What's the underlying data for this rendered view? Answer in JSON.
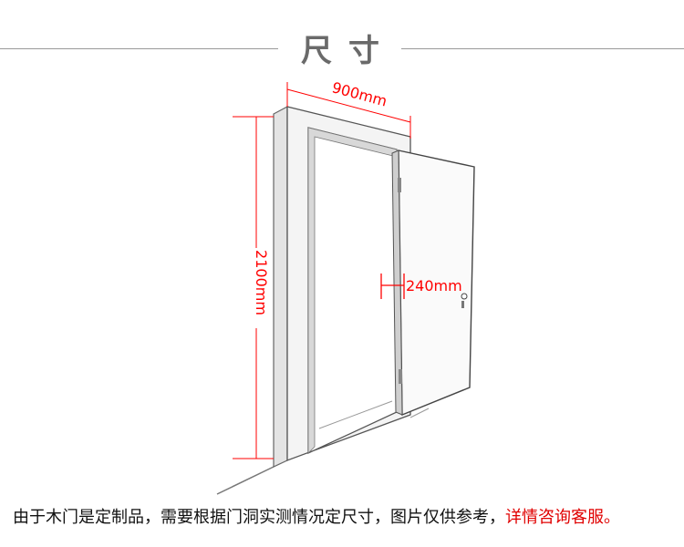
{
  "header": {
    "title": "尺寸"
  },
  "dimensions": {
    "width": "900mm",
    "height": "2100mm",
    "thickness": "240mm"
  },
  "caption": {
    "main": "由于木门是定制品，需要根据门洞实测情况定尺寸，图片仅供参考，",
    "highlight": "详情咨询客服。"
  },
  "colors": {
    "dimension": "#ff0000",
    "highlight": "#e00000",
    "title": "#6a6a6a"
  }
}
